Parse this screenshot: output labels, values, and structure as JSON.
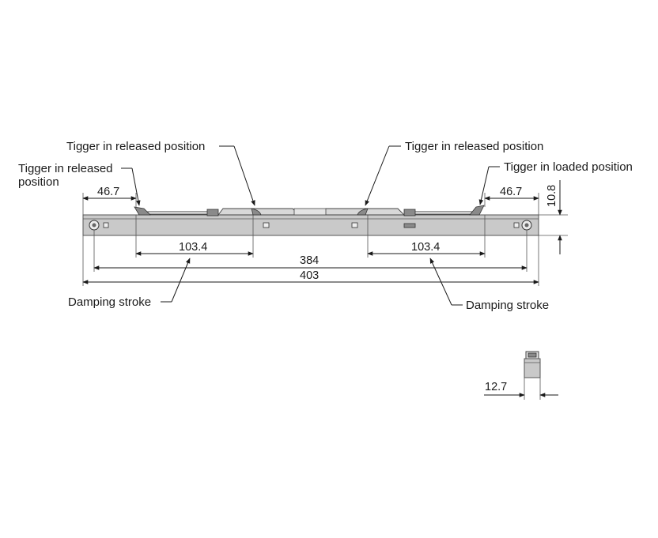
{
  "callouts": {
    "top_left": "Tigger in released position",
    "top_right": "Tigger in released position",
    "side_left_line1": "Tigger in released",
    "side_left_line2": "position",
    "side_right": "Tigger in loaded position",
    "damping_left": "Damping stroke",
    "damping_right": "Damping stroke"
  },
  "dimensions": {
    "left_offset": "46.7",
    "right_offset": "46.7",
    "height": "10.8",
    "left_stroke": "103.4",
    "right_stroke": "103.4",
    "hole_spacing": "384",
    "overall_length": "403",
    "section_width": "12.7"
  }
}
